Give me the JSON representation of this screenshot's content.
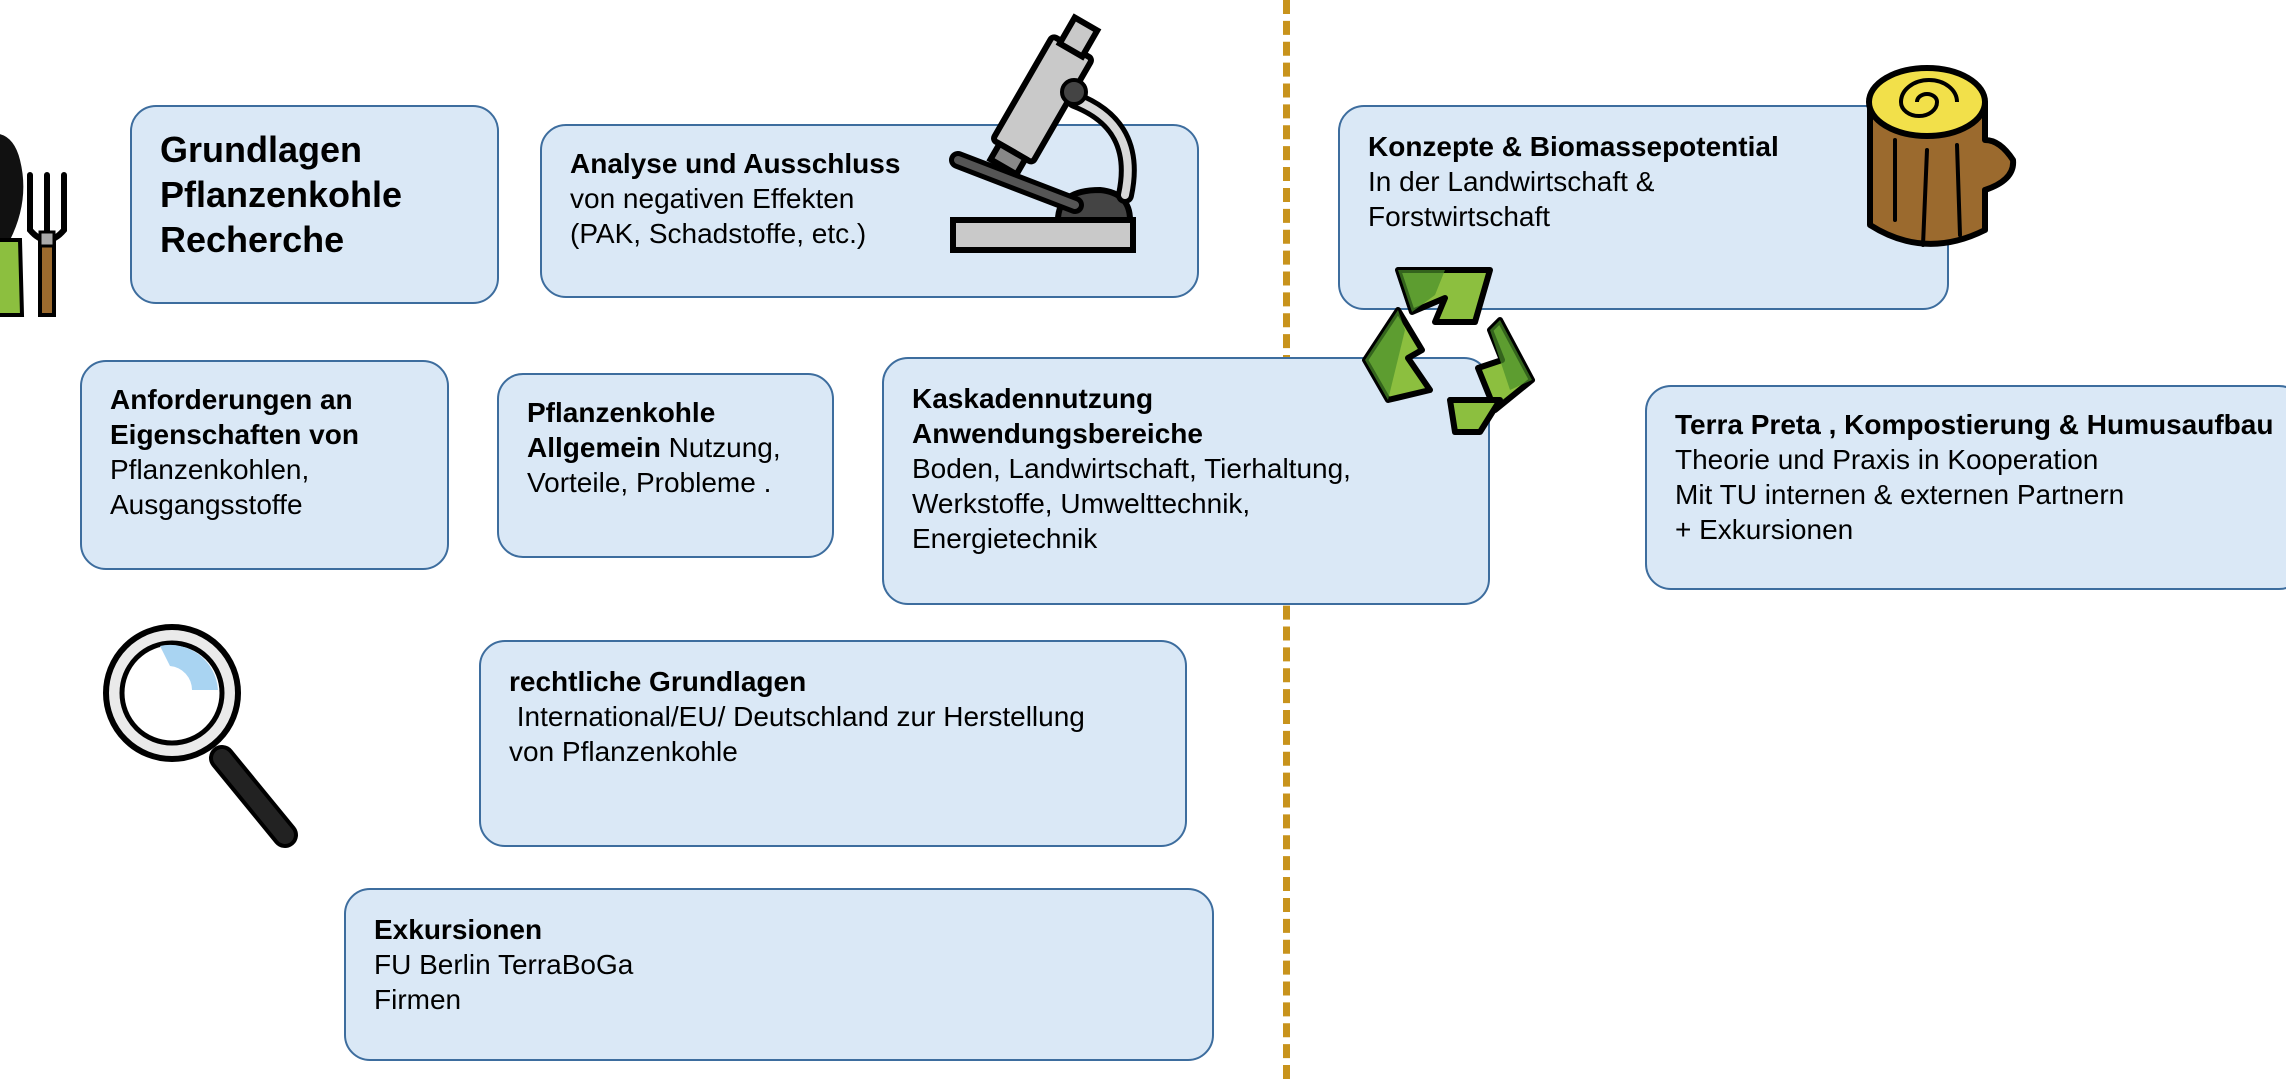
{
  "boxes": {
    "grundlagen": {
      "lines": [
        "Grundlagen",
        "Pflanzenkohle",
        "Recherche"
      ]
    },
    "analyse": {
      "title": "Analyse und Ausschluss",
      "lines": [
        "von negativen Effekten",
        "(PAK, Schadstoffe, etc.)"
      ]
    },
    "anforderungen": {
      "title_lines": [
        "Anforderungen an",
        "Eigenschaften von"
      ],
      "lines": [
        "Pflanzenkohlen,",
        "Ausgangsstoffe"
      ]
    },
    "allgemein": {
      "title_line1": "Pflanzenkohle",
      "title_line2": "Allgemein",
      "after_title": " Nutzung,",
      "lines": [
        "Vorteile, Probleme ."
      ]
    },
    "kaskaden": {
      "title_lines": [
        "Kaskadennutzung",
        "Anwendungsbereiche"
      ],
      "lines": [
        "Boden, Landwirtschaft, Tierhaltung,",
        "Werkstoffe, Umwelttechnik,",
        "Energietechnik"
      ]
    },
    "rechtlich": {
      "title": "rechtliche Grundlagen",
      "lines": [
        " International/EU/ Deutschland zur Herstellung",
        "von Pflanzenkohle"
      ]
    },
    "exkursionen": {
      "title": "Exkursionen",
      "lines": [
        "FU Berlin TerraBoGa",
        "Firmen"
      ]
    },
    "konzepte": {
      "title": "Konzepte & Biomassepotential",
      "lines": [
        "In der Landwirtschaft &",
        "Forstwirtschaft"
      ]
    },
    "terra": {
      "title": "Terra Preta , Kompostierung & Humusaufbau",
      "lines": [
        "Theorie und Praxis in Kooperation",
        "Mit TU internen & externen Partnern",
        "+ Exkursionen"
      ]
    }
  },
  "icons": [
    "gardener-icon",
    "microscope-icon",
    "magnifier-icon",
    "recycle-icon",
    "wood-log-icon"
  ],
  "colors": {
    "box_fill": "#dae8f6",
    "box_border": "#3d6d9e",
    "divider": "#c8931c",
    "recycle_green": "#8cbf3f",
    "log_brown": "#9b6a2e"
  }
}
